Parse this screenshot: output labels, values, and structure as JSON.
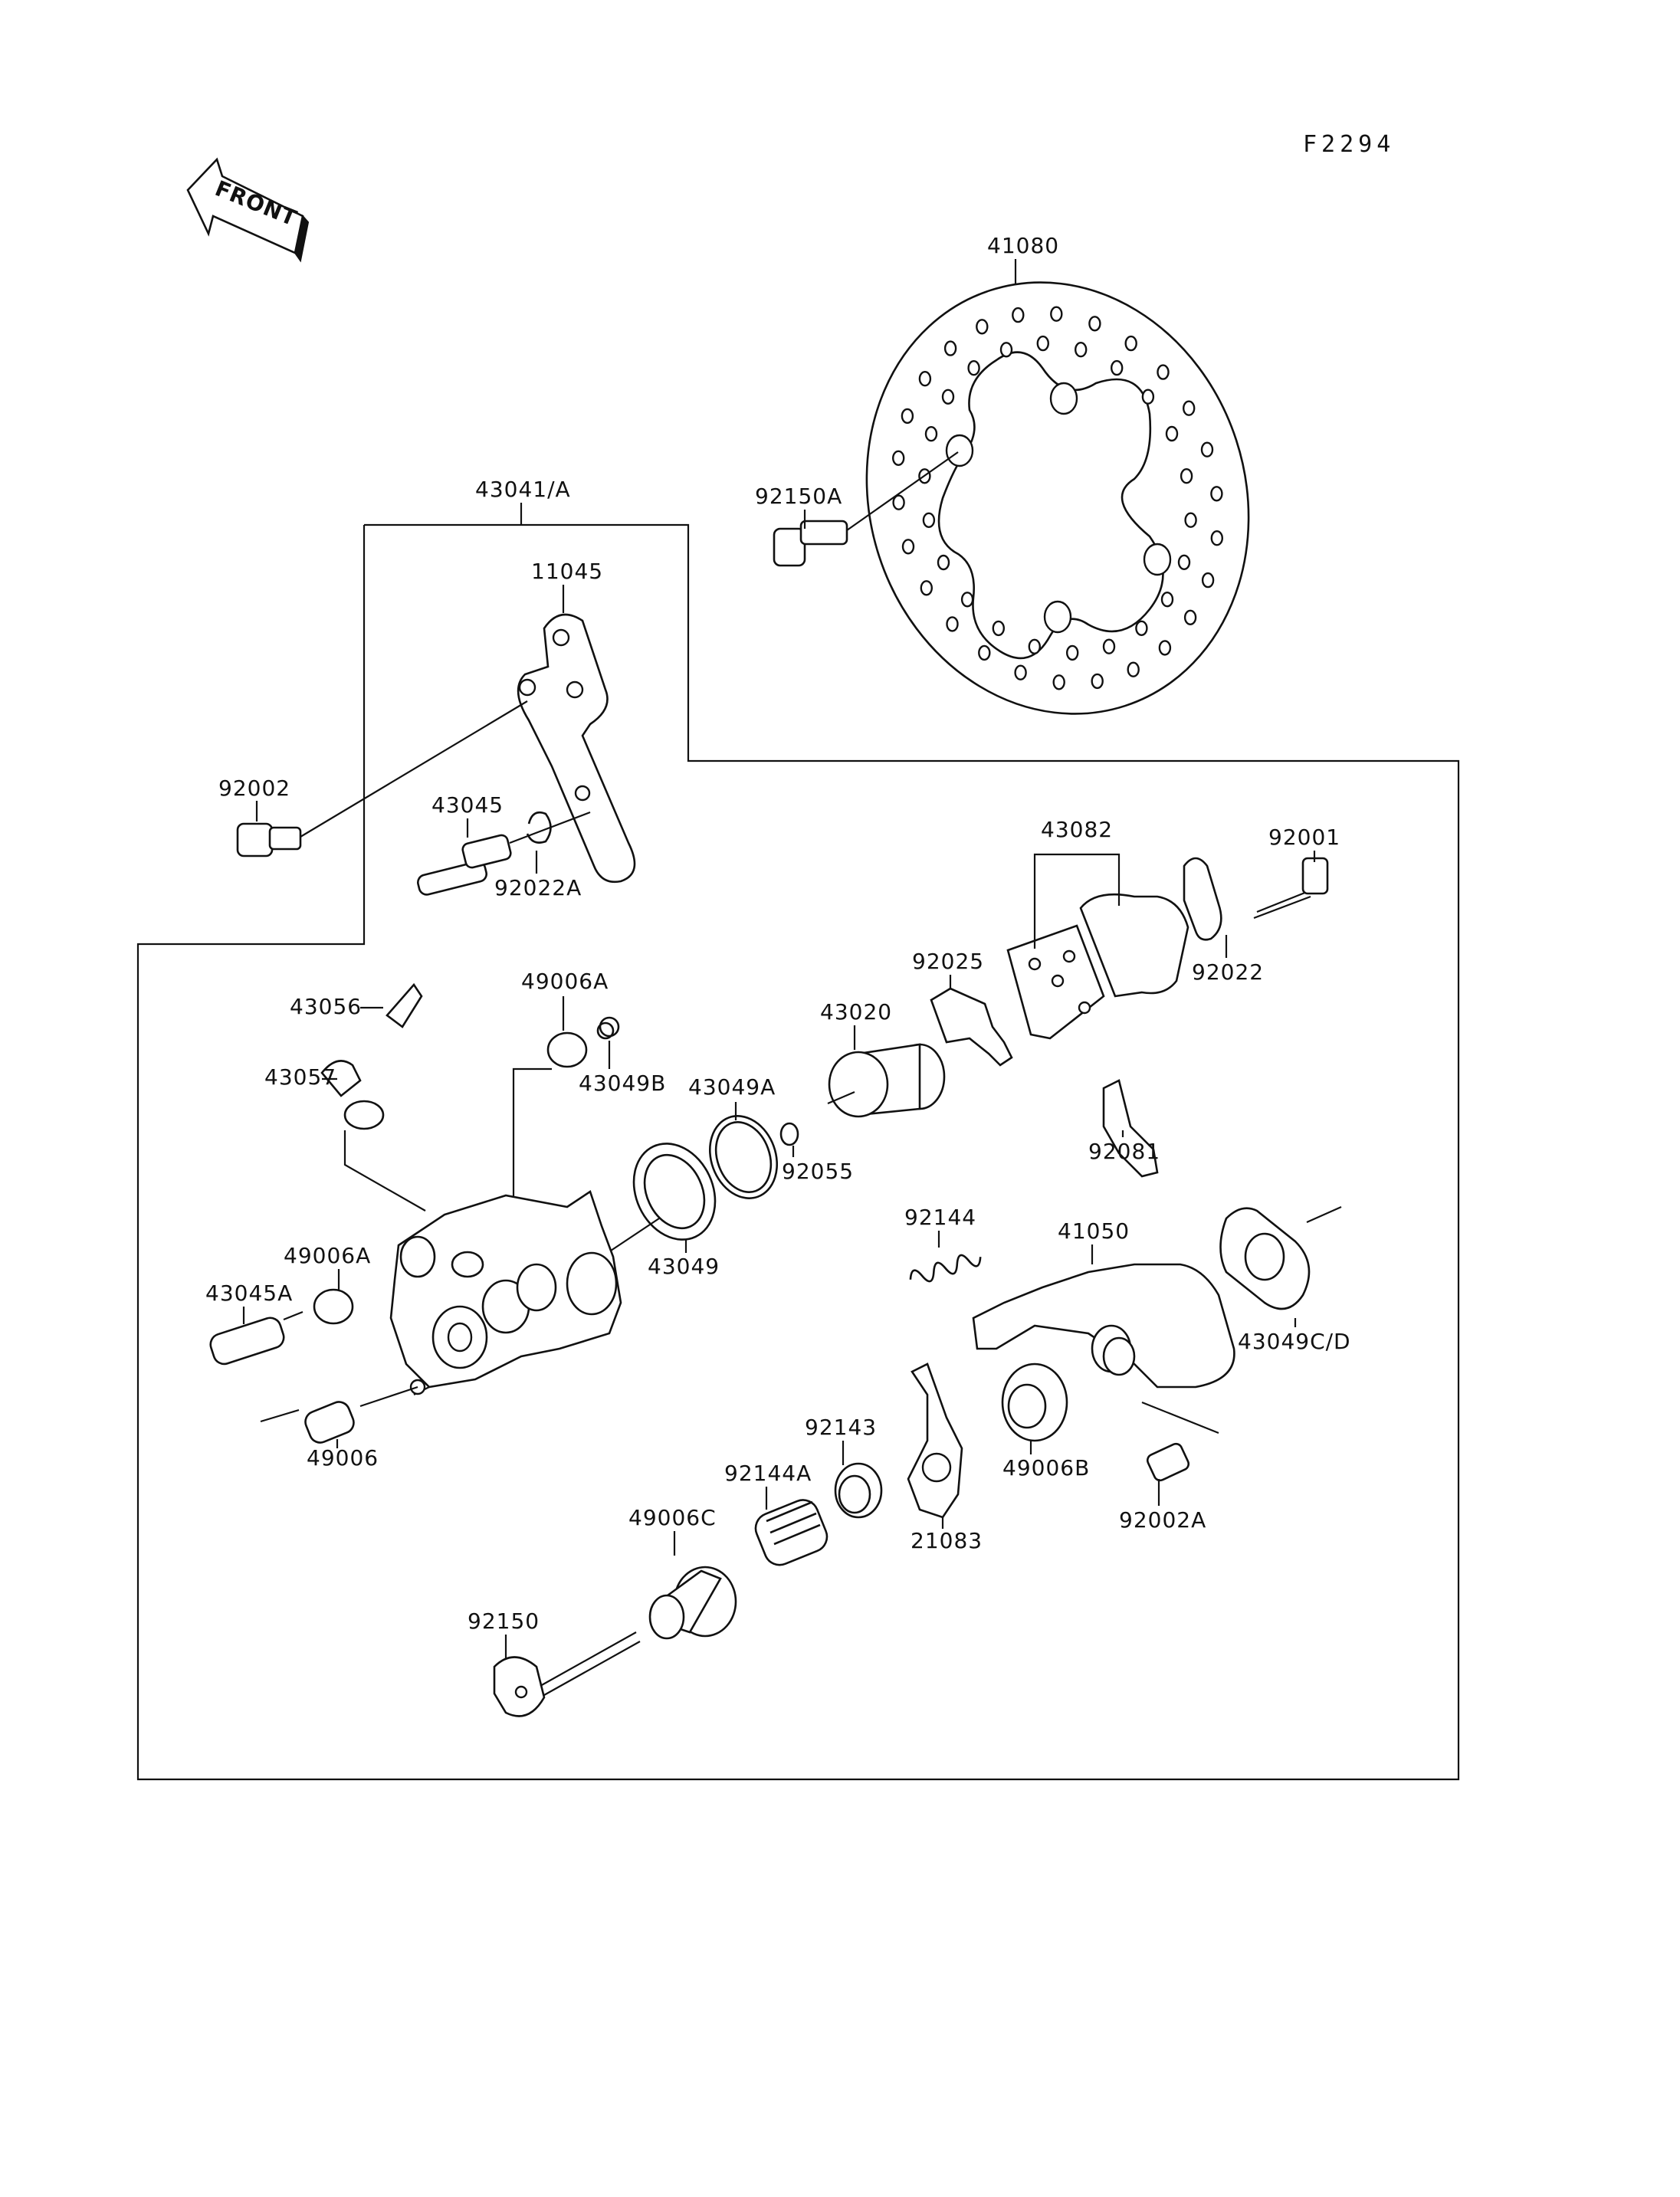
{
  "figure_code": "F2294",
  "front_arrow_label": "FRONT",
  "labels": {
    "p41080": "41080",
    "p92150A": "92150A",
    "p43041A": "43041/A",
    "p11045": "11045",
    "p92002": "92002",
    "p43045": "43045",
    "p92022A": "92022A",
    "p43082": "43082",
    "p92001": "92001",
    "p92022": "92022",
    "p92025": "92025",
    "p43020": "43020",
    "p92081": "92081",
    "p43056": "43056",
    "p49006A_top": "49006A",
    "p43049B": "43049B",
    "p43057": "43057",
    "p43049A": "43049A",
    "p92055": "92055",
    "p43049": "43049",
    "p92144": "92144",
    "p41050": "41050",
    "p49006A_left": "49006A",
    "p43045A": "43045A",
    "p43049CD": "43049C/D",
    "p49006": "49006",
    "p92143": "92143",
    "p92144A": "92144A",
    "p49006B": "49006B",
    "p21083": "21083",
    "p92002A": "92002A",
    "p49006C": "49006C",
    "p92150": "92150"
  }
}
